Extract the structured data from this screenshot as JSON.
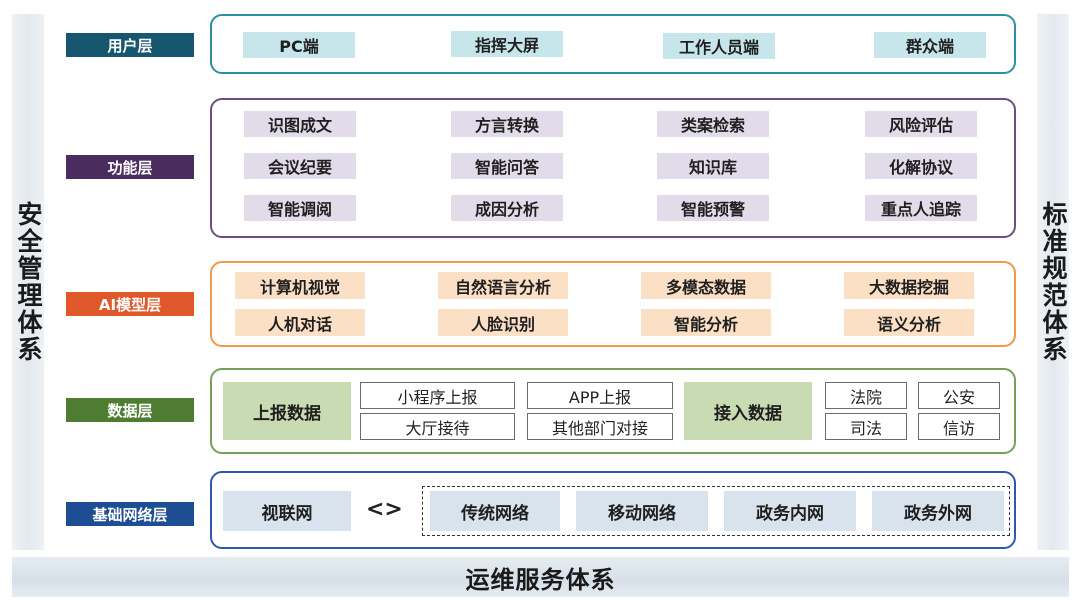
{
  "left_side": "安全管理体系",
  "right_side": "标准规范体系",
  "bottom": "运维服务体系",
  "colors": {
    "user_label": "#17566f",
    "function_label": "#4a2d5e",
    "ai_label": "#e0572a",
    "data_label": "#4e7d32",
    "network_label": "#1d4e94",
    "user_border": "#2e8fa3",
    "function_border": "#6b4f80",
    "ai_border": "#ef9a4c",
    "data_border": "#78a05a",
    "network_border": "#2a5aa8"
  },
  "layers": {
    "user": {
      "label": "用户层",
      "items": [
        "PC端",
        "指挥大屏",
        "工作人员端",
        "群众端"
      ]
    },
    "function": {
      "label": "功能层",
      "items": [
        "识图成文",
        "方言转换",
        "类案检索",
        "风险评估",
        "会议纪要",
        "智能问答",
        "知识库",
        "化解协议",
        "智能调阅",
        "成因分析",
        "智能预警",
        "重点人追踪"
      ]
    },
    "ai": {
      "label": "AI模型层",
      "items": [
        "计算机视觉",
        "自然语言分析",
        "多模态数据",
        "大数据挖掘",
        "人机对话",
        "人脸识别",
        "智能分析",
        "语义分析"
      ]
    },
    "data": {
      "label": "数据层",
      "report": "上报数据",
      "report_items": [
        "小程序上报",
        "APP上报",
        "大厅接待",
        "其他部门对接"
      ],
      "access": "接入数据",
      "access_items": [
        "法院",
        "公安",
        "司法",
        "信访"
      ]
    },
    "network": {
      "label": "基础网络层",
      "primary": "视联网",
      "arrows": "<>",
      "items": [
        "传统网络",
        "移动网络",
        "政务内网",
        "政务外网"
      ]
    }
  }
}
